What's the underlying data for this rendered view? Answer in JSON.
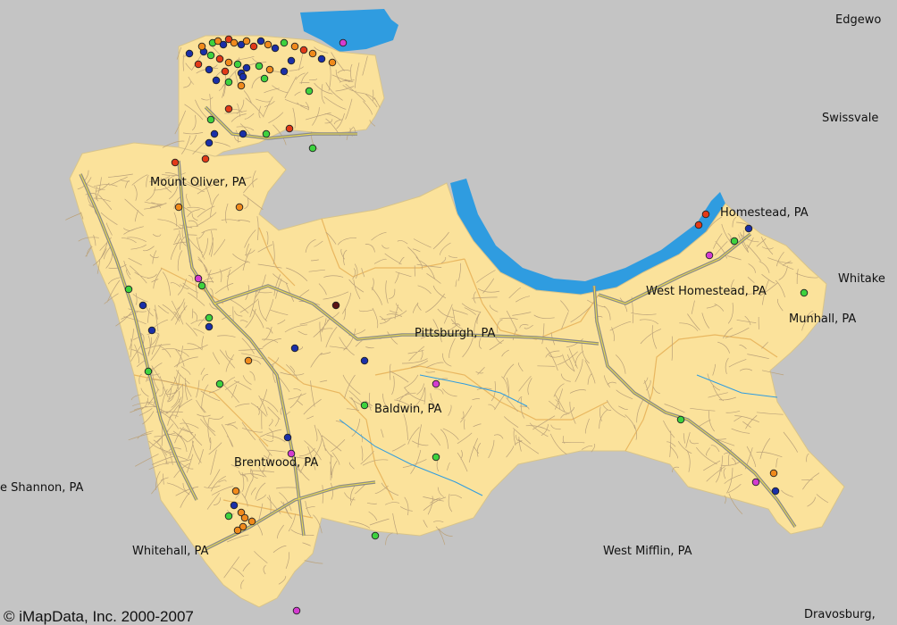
{
  "map": {
    "colors": {
      "background": "#c4c4c4",
      "land": "#fbe29b",
      "water": "#2f9ce0",
      "street": "#bba27a",
      "boundary": "#e9b760",
      "highway": "#8a8a8a",
      "highway_core": "#f2e14a"
    },
    "places": [
      {
        "name": "Edgewo"
      },
      {
        "name": "Swissvale"
      },
      {
        "name": "Mount Oliver, PA"
      },
      {
        "name": "Homestead, PA"
      },
      {
        "name": "West Homestead, PA"
      },
      {
        "name": "Whitake"
      },
      {
        "name": "Munhall, PA"
      },
      {
        "name": "Pittsburgh, PA"
      },
      {
        "name": "Baldwin, PA"
      },
      {
        "name": "Brentwood, PA"
      },
      {
        "name": "e Shannon, PA"
      },
      {
        "name": "Whitehall, PA"
      },
      {
        "name": "West Mifflin, PA"
      },
      {
        "name": "Dravosburg,"
      }
    ],
    "marker_categories": [
      {
        "name": "blue",
        "color": "#1a2fa8"
      },
      {
        "name": "green",
        "color": "#3ed23e"
      },
      {
        "name": "orange",
        "color": "#f08a1c"
      },
      {
        "name": "red",
        "color": "#e23a18"
      },
      {
        "name": "magenta",
        "color": "#d43cd0"
      },
      {
        "name": "maroon",
        "color": "#5a1414"
      }
    ],
    "copyright": "© iMapData, Inc. 2000-2007"
  }
}
